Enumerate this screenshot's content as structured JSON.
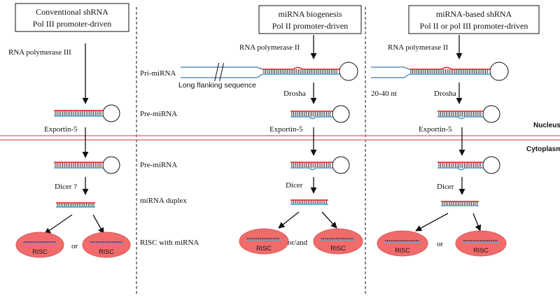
{
  "colors": {
    "strand_top": "#e53935",
    "strand_bottom": "#5aa8d6",
    "flank": "#7a9cc6",
    "membrane": "#e07a7a",
    "risc_fill": "#f26b6b",
    "risc_stroke": "#d95a5a",
    "line": "#111111"
  },
  "panels": {
    "conventional": {
      "title_line1": "Conventional shRNA",
      "title_line2": "Pol III promoter-driven",
      "polymerase": "RNA polymerase III",
      "exportin": "Exportin-5",
      "dicer": "Dicer ?",
      "or": "or",
      "risc_label": "RISC"
    },
    "biogenesis": {
      "title_line1": "miRNA biogenesis",
      "title_line2": "Pol II promoter-driven",
      "polymerase": "RNA polymerase II",
      "flanking": "Long flanking sequence",
      "drosha": "Drosha",
      "exportin": "Exportin-5",
      "dicer": "Dicer",
      "or": "or/and",
      "risc_label": "RISC"
    },
    "mirna_based": {
      "title_line1": "miRNA-based shRNA",
      "title_line2": "Pol II or pol III promoter-driven",
      "polymerase": "RNA polymerase II",
      "flank_length": "20-40 nt",
      "drosha": "Drosha",
      "exportin": "Exportin-5",
      "dicer": "Dicer",
      "or": "or",
      "risc_label": "RISC"
    }
  },
  "stages": {
    "pri": "Pri-miRNA",
    "pre_nucleus": "Pre-miRNA",
    "pre_cytoplasm": "Pre-miRNA",
    "duplex": "miRNA duplex",
    "risc": "RISC with miRNA"
  },
  "compartments": {
    "nucleus": "Nucleus",
    "cytoplasm": "Cytoplasm"
  }
}
